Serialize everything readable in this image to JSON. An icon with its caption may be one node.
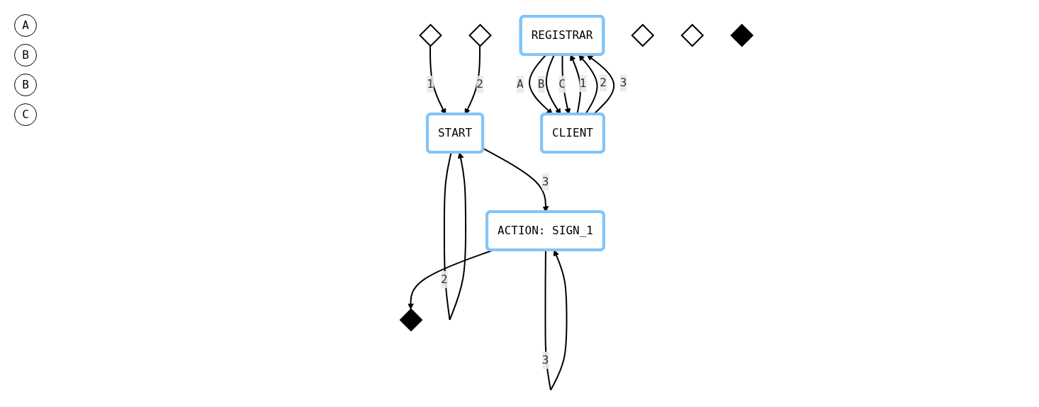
{
  "diagram": {
    "nodes": [
      {
        "text": [],
        "shape": "diamond"
      },
      {
        "text": [],
        "shape": "diamond"
      },
      {
        "text": [
          "START"
        ]
      },
      {
        "text": [
          "ACTION: SIGN_1"
        ]
      },
      {
        "text": [],
        "shape": "diamond"
      },
      {
        "text": [
          "REGISTRAR"
        ]
      },
      {
        "text": [],
        "shape": "diamond"
      },
      {
        "text": [],
        "shape": "diamond"
      },
      {
        "text": [],
        "shape": "diamond"
      },
      {
        "text": [
          "CLIENT"
        ]
      }
    ],
    "edges": [
      {
        "from": 1,
        "to": 2,
        "arrow": "to",
        "label": "1"
      },
      {
        "from": 0,
        "to": 2,
        "arrow": "to",
        "label": "2"
      },
      {
        "from": 2,
        "to": 2,
        "arrow": "to",
        "label": "2"
      },
      {
        "from": 2,
        "to": 3,
        "arrow": "to",
        "label": "3"
      },
      {
        "from": 3,
        "to": 3,
        "arrow": "to",
        "label": "3"
      },
      {
        "from": 3,
        "to": 4,
        "arrow": "to"
      },
      {
        "from": 9,
        "to": 5,
        "arrow": "to",
        "label": "1"
      },
      {
        "from": 5,
        "to": 9,
        "arrow": "to",
        "label": "A"
      },
      {
        "from": 9,
        "to": 5,
        "arrow": "to",
        "label": "2"
      },
      {
        "from": 5,
        "to": 9,
        "arrow": "to",
        "label": "B"
      },
      {
        "from": 9,
        "to": 5,
        "arrow": "to",
        "label": "3"
      },
      {
        "from": 5,
        "to": 9,
        "arrow": "to",
        "label": "C"
      }
    ],
    "labels": [
      "A",
      "B",
      "B",
      "C"
    ]
  }
}
